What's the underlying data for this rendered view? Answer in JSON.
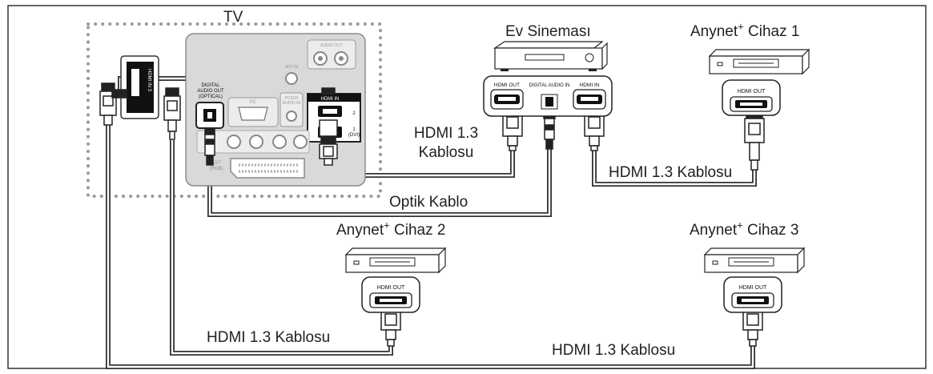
{
  "labels": {
    "tv": "TV",
    "home_theater": "Ev Sineması",
    "device_prefix": "Anynet",
    "device_plus": "+",
    "device1_suffix": " Cihaz 1",
    "device2_suffix": " Cihaz 2",
    "device3_suffix": " Cihaz 3",
    "hdmi13_line1": "HDMI 1.3",
    "hdmi13_line2": "Kablosu",
    "hdmi13_cable": "HDMI 1.3 Kablosu",
    "optical_cable": "Optik Kablo"
  },
  "ports": {
    "hdmi_out": "HDMI OUT",
    "digital_audio_in": "DIGITAL AUDIO IN",
    "hdmi_in": "HDMI IN",
    "hdmi_in_3": "HDMI IN 3",
    "tv_hdmi_in": "HDMI IN",
    "tv_digital_audio_out": [
      "DIGITAL",
      "AUDIO OUT",
      "(OPTICAL)"
    ],
    "tv_pc": "PC",
    "tv_pc_dvi_audio_in": [
      "PC/DVI",
      "AUDIO IN"
    ],
    "tv_ant_in": "ANT IN",
    "tv_audio_out": "AUDIO OUT",
    "tv_ext": [
      "EXT",
      "(RGB)"
    ],
    "tv_hdmi_2": "2",
    "tv_hdmi_1": [
      "1",
      "(DVI)"
    ]
  }
}
